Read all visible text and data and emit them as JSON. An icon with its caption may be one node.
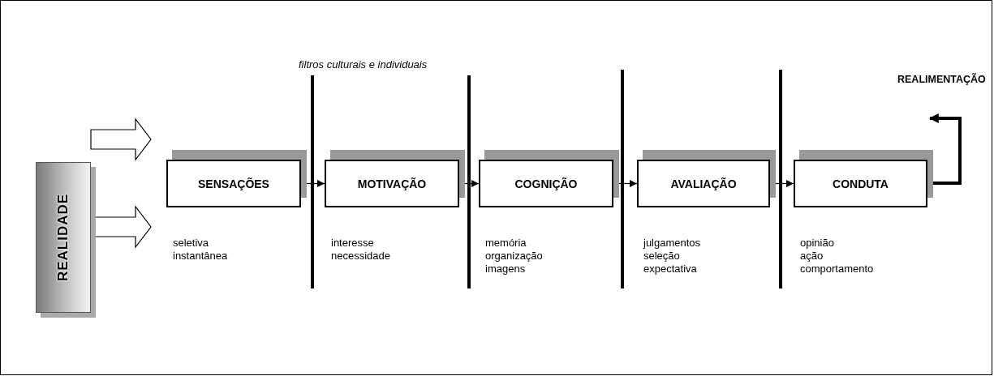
{
  "diagram": {
    "nodes": [
      {
        "text": [
          "REALIDADE"
        ]
      },
      {
        "text": [
          "SENSAÇÕES"
        ],
        "beside": [
          "seletiva",
          "instantânea"
        ]
      },
      {
        "text": [
          "MOTIVAÇÃO"
        ],
        "beside": [
          "interesse",
          "necessidade"
        ]
      },
      {
        "text": [
          "COGNIÇÃO"
        ],
        "beside": [
          "memória",
          "organização",
          "imagens"
        ]
      },
      {
        "text": [
          "AVALIAÇÃO"
        ],
        "beside": [
          "julgamentos",
          "seleção",
          "expectativa"
        ]
      },
      {
        "text": [
          "CONDUTA"
        ],
        "beside": [
          "opinião",
          "ação",
          "comportamento"
        ]
      }
    ],
    "edges": [
      {
        "from": 0,
        "to": null,
        "arrow": "to"
      },
      {
        "from": 0,
        "to": null,
        "arrow": "to"
      },
      {
        "from": 1,
        "to": 2,
        "arrow": "to"
      },
      {
        "from": 2,
        "to": 3,
        "arrow": "to"
      },
      {
        "from": 3,
        "to": 4,
        "arrow": "to"
      },
      {
        "from": 4,
        "to": 5,
        "arrow": "to"
      },
      {
        "from": 5,
        "to": null,
        "arrow": "to",
        "label": "REALIMENTAÇÃO",
        "style": "thick"
      }
    ],
    "labels": [
      "filtros culturais e individuais"
    ]
  }
}
